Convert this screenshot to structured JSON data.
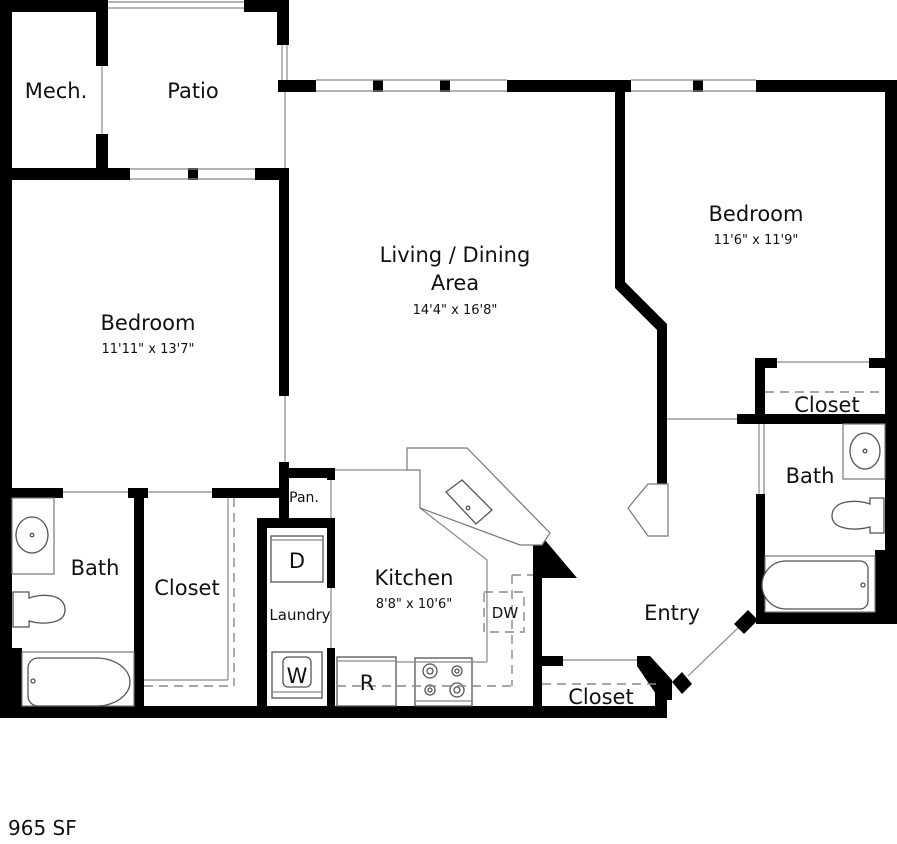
{
  "plan": {
    "total_area": "965 SF",
    "rooms": [
      {
        "id": "mech",
        "name": "Mech.",
        "dims": ""
      },
      {
        "id": "patio",
        "name": "Patio",
        "dims": ""
      },
      {
        "id": "living",
        "name": "Living / Dining",
        "name2": "Area",
        "dims": "14'4\" x 16'8\""
      },
      {
        "id": "bedroom_right",
        "name": "Bedroom",
        "dims": "11'6\" x 11'9\""
      },
      {
        "id": "bedroom_left",
        "name": "Bedroom",
        "dims": "11'11\" x 13'7\""
      },
      {
        "id": "closet_right",
        "name": "Closet",
        "dims": ""
      },
      {
        "id": "bath_right",
        "name": "Bath",
        "dims": ""
      },
      {
        "id": "bath_left",
        "name": "Bath",
        "dims": ""
      },
      {
        "id": "closet_left",
        "name": "Closet",
        "dims": ""
      },
      {
        "id": "pantry",
        "name": "Pan.",
        "dims": ""
      },
      {
        "id": "laundry",
        "name": "Laundry",
        "dims": ""
      },
      {
        "id": "kitchen",
        "name": "Kitchen",
        "dims": "8'8\" x 10'6\""
      },
      {
        "id": "entry",
        "name": "Entry",
        "dims": ""
      },
      {
        "id": "closet_entry",
        "name": "Closet",
        "dims": ""
      }
    ],
    "appliances": {
      "dryer": "D",
      "washer": "W",
      "refrigerator": "R",
      "dishwasher": "DW"
    }
  }
}
